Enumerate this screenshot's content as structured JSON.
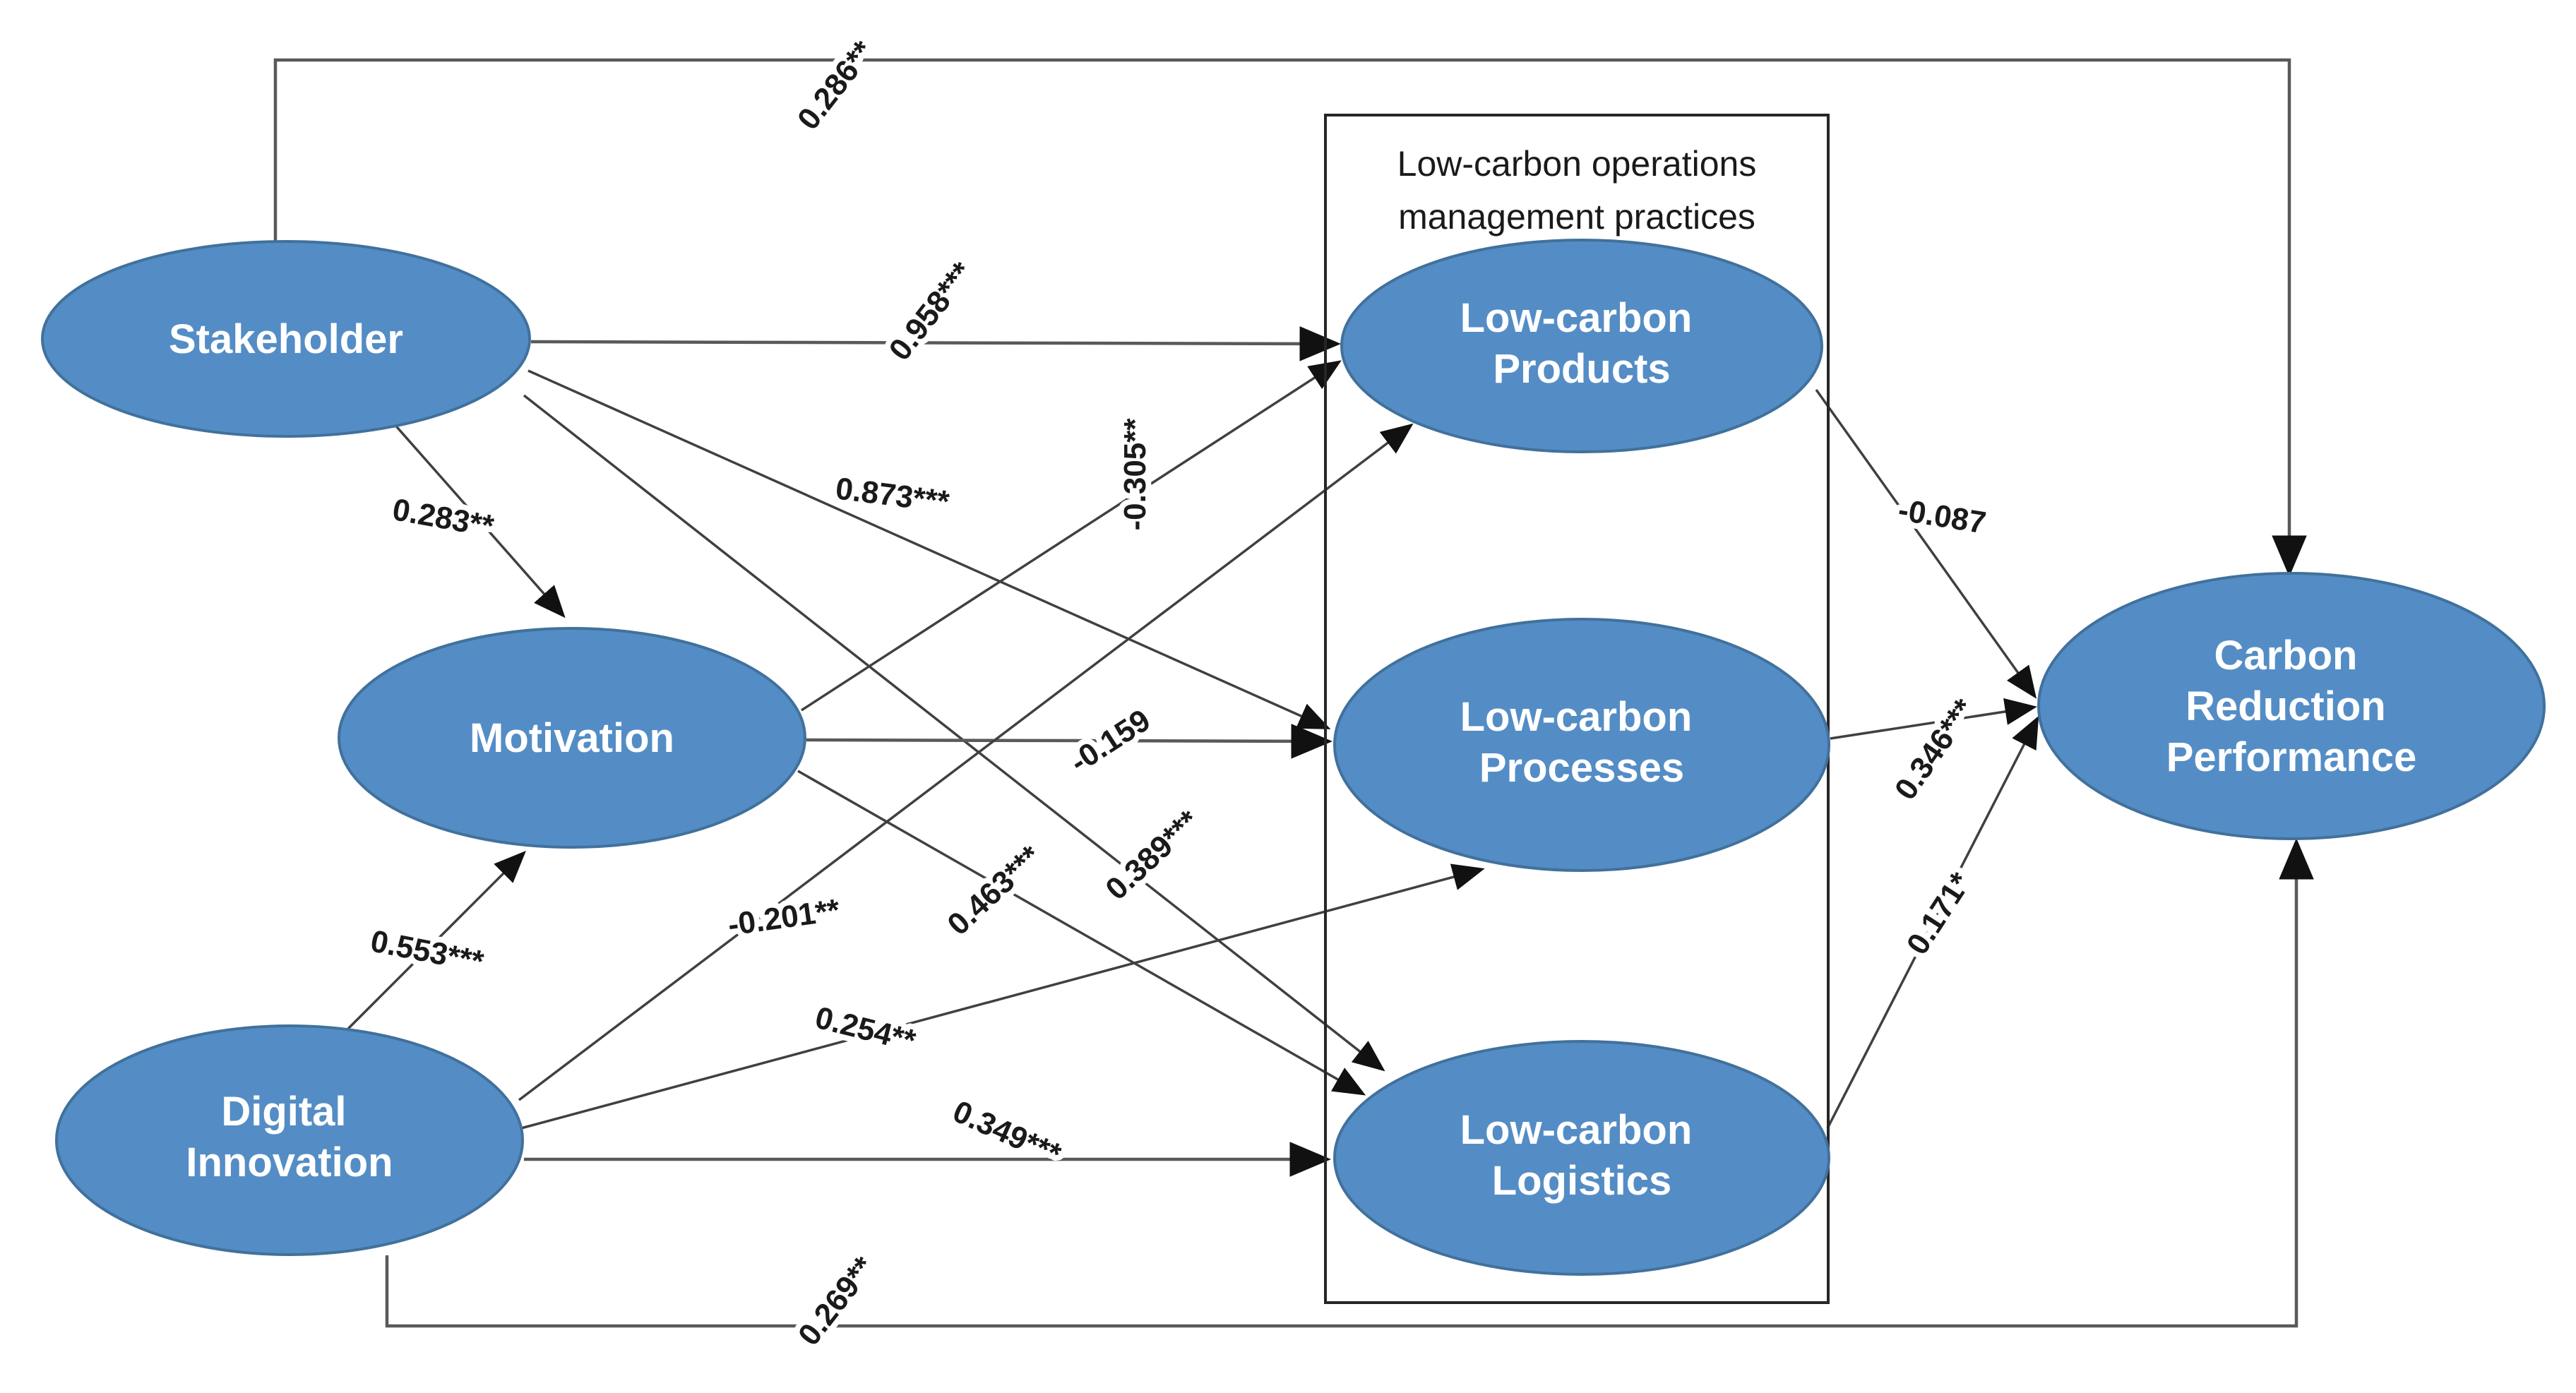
{
  "diagram": {
    "container": {
      "title_line1": "Low-carbon operations",
      "title_line2": "management practices"
    },
    "nodes": {
      "stakeholder": {
        "line1": "Stakeholder"
      },
      "motivation": {
        "line1": "Motivation"
      },
      "digital_innovation": {
        "line1": "Digital",
        "line2": "Innovation"
      },
      "low_carbon_products": {
        "line1": "Low-carbon",
        "line2": "Products"
      },
      "low_carbon_processes": {
        "line1": "Low-carbon",
        "line2": "Processes"
      },
      "low_carbon_logistics": {
        "line1": "Low-carbon",
        "line2": "Logistics"
      },
      "carbon_reduction_performance": {
        "line1": "Carbon",
        "line2": "Reduction",
        "line3": "Performance"
      }
    },
    "edges": {
      "stakeholder_to_performance": {
        "label": "0.286**"
      },
      "stakeholder_to_motivation": {
        "label": "0.283**"
      },
      "stakeholder_to_products": {
        "label": "0.958***"
      },
      "stakeholder_to_processes": {
        "label": "0.873***"
      },
      "stakeholder_to_logistics": {
        "label": "0.389***"
      },
      "motivation_to_products": {
        "label": "-0.305**"
      },
      "motivation_to_processes": {
        "label": "-0.159"
      },
      "motivation_to_logistics": {
        "label": "0.463***"
      },
      "digital_to_motivation": {
        "label": "0.553***"
      },
      "digital_to_products": {
        "label": "-0.201**"
      },
      "digital_to_processes": {
        "label": "0.254**"
      },
      "digital_to_logistics": {
        "label": "0.349***"
      },
      "digital_to_performance": {
        "label": "0.269**"
      },
      "products_to_performance": {
        "label": "-0.087"
      },
      "processes_to_performance": {
        "label": "0.346***"
      },
      "logistics_to_performance": {
        "label": "0.171*"
      }
    },
    "colors": {
      "node_fill": "#548dc5",
      "node_stroke": "#41719c",
      "line_color": "#404040",
      "label_color": "#1a1a1a"
    }
  }
}
